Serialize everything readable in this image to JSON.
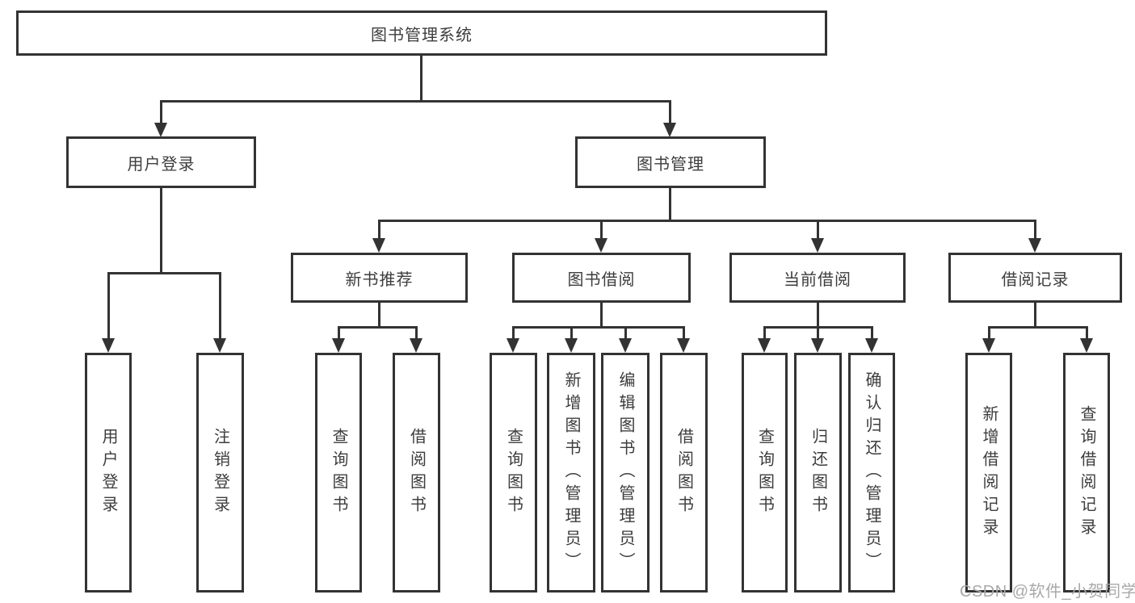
{
  "diagram": {
    "title": "图书管理系统",
    "root": {
      "label": "图书管理系统"
    },
    "level2": [
      {
        "label": "用户登录"
      },
      {
        "label": "图书管理"
      }
    ],
    "level3": [
      {
        "label": "新书推荐"
      },
      {
        "label": "图书借阅"
      },
      {
        "label": "当前借阅"
      },
      {
        "label": "借阅记录"
      }
    ],
    "leaves": {
      "user_login": [
        "用户登录",
        "注销登录"
      ],
      "new_book_recommend": [
        "查询图书",
        "借阅图书"
      ],
      "book_borrow": [
        "查询图书",
        "新增图书（管理员）",
        "编辑图书（管理员）",
        "借阅图书"
      ],
      "current_borrow": [
        "查询图书",
        "归还图书",
        "确认归还（管理员）"
      ],
      "borrow_record": [
        "新增借阅记录",
        "查询借阅记录"
      ]
    }
  },
  "watermark": {
    "text": "CSDN @软件_小贺同学"
  },
  "colors": {
    "line": "#333333",
    "text": "#3d3d3d",
    "background": "#ffffff",
    "watermark": "#a9a9a9"
  }
}
